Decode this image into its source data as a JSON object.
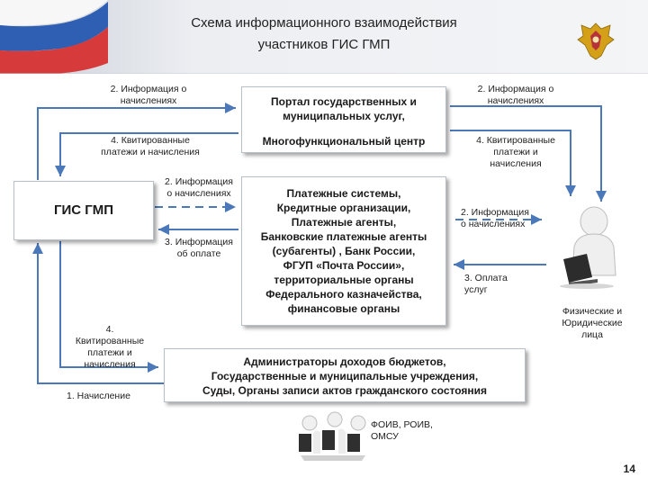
{
  "title": {
    "line1": "Схема информационного взаимодействия",
    "line2": "участников ГИС ГМП"
  },
  "boxes": {
    "gis": "ГИС ГМП",
    "portal_line1": "Портал государственных и",
    "portal_line2": "муниципальных услуг,",
    "mfc": "Многофункциональный центр",
    "payments": [
      "Платежные системы,",
      "Кредитные организации,",
      "Платежные агенты,",
      "Банковские платежные агенты",
      "(субагенты) , Банк России,",
      "ФГУП «Почта России»,",
      "территориальные органы",
      "Федерального казначейства,",
      "финансовые органы"
    ],
    "admins": [
      "Администраторы доходов бюджетов,",
      "Государственные и муниципальные учреждения,",
      "Суды, Органы записи актов гражданского состояния"
    ]
  },
  "labels": {
    "left_info_accr": [
      "2. Информация о",
      "начислениях"
    ],
    "left_kvit": [
      "4. Квитированные",
      "платежи и начисления"
    ],
    "mid_info_accr": [
      "2. Информация",
      "о начислениях"
    ],
    "mid_info_pay": [
      "3. Информация",
      "об оплате"
    ],
    "right_info_accr_top": [
      "2. Информация о",
      "начислениях"
    ],
    "right_kvit": [
      "4. Квитированные",
      "платежи и",
      "начисления"
    ],
    "right_info_accr_mid": [
      "2. Информация",
      "о начислениях"
    ],
    "right_pay": [
      "3. Оплата",
      "услуг"
    ],
    "bottom_kvit": [
      "4.",
      "Квитированные",
      "платежи и",
      "начисления"
    ],
    "bottom_accrual": "1. Начисление",
    "persons": [
      "Физические и",
      "Юридические",
      "лица"
    ],
    "foiv": [
      "ФОИВ, РОИВ,",
      "ОМСУ"
    ]
  },
  "page_number": "14",
  "colors": {
    "arrow": "#4a78b8",
    "box_border": "#b9bfc7"
  }
}
